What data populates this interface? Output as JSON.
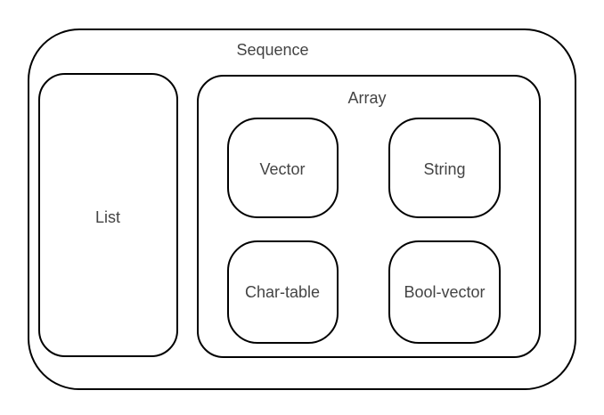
{
  "diagram": {
    "sequence": {
      "label": "Sequence"
    },
    "list": {
      "label": "List"
    },
    "array": {
      "label": "Array",
      "children": {
        "vector": "Vector",
        "string": "String",
        "char_table": "Char-table",
        "bool_vector": "Bool-vector"
      }
    },
    "colors": {
      "border": "#000000",
      "text": "#444444",
      "background": "#ffffff"
    }
  }
}
